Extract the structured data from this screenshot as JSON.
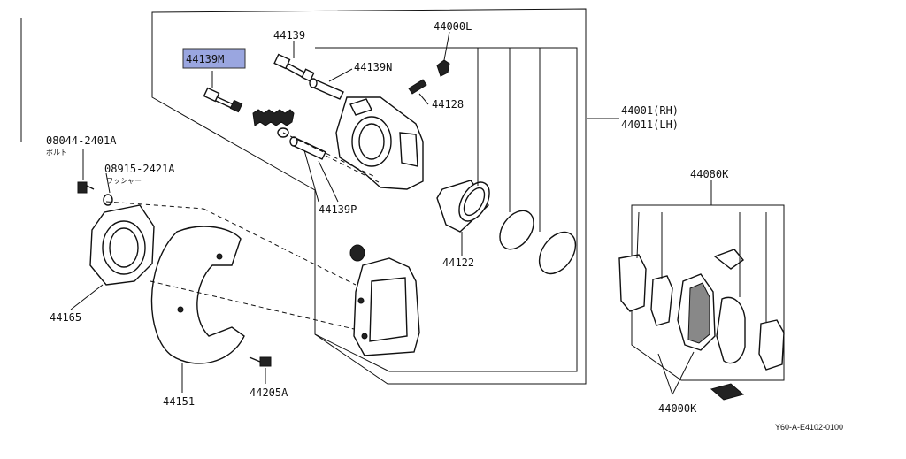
{
  "diagram": {
    "reference_code": "Y60-A-E4102-0100",
    "highlight_color": "#9aa6e0",
    "labels": {
      "p44139M": "44139M",
      "p44139": "44139",
      "p44000L": "44000L",
      "p44139N": "44139N",
      "p44128": "44128",
      "p44001": "44001(RH)",
      "p44011": "44011(LH)",
      "p08044": "08044-2401A",
      "p08044_sub": "ボルト",
      "p08915": "08915-2421A",
      "p08915_sub": "ワッシャー",
      "p44139P": "44139P",
      "p44080K": "44080K",
      "p44122": "44122",
      "p44165": "44165",
      "p44151": "44151",
      "p44205A": "44205A",
      "p44000K": "44000K"
    }
  }
}
